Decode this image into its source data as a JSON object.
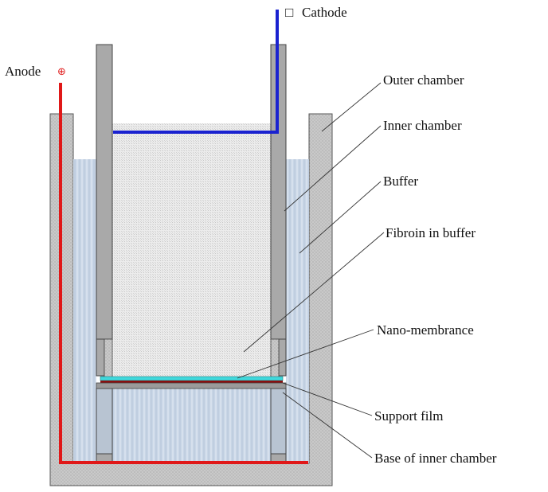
{
  "diagram": {
    "labels": {
      "cathode": "Cathode",
      "cathode_symbol": "□",
      "anode": "Anode",
      "anode_symbol": "⊕",
      "outer_chamber": "Outer chamber",
      "inner_chamber": "Inner chamber",
      "buffer": "Buffer",
      "fibroin_in_buffer": "Fibroin in buffer",
      "nano_membrance": "Nano-membrance",
      "support_film": "Support film",
      "base_of_inner_chamber": "Base of inner chamber"
    },
    "colors": {
      "cathode_wire": "#1a22d0",
      "anode_wire": "#e01818",
      "chamber_wall": "#a8a8a8",
      "outer_wall": "#c4c4c4",
      "buffer": "#c6d4e4",
      "fibroin": "#e6e6e6",
      "nano_membrane": "#40d8dc",
      "support_film": "#8a1010"
    }
  }
}
